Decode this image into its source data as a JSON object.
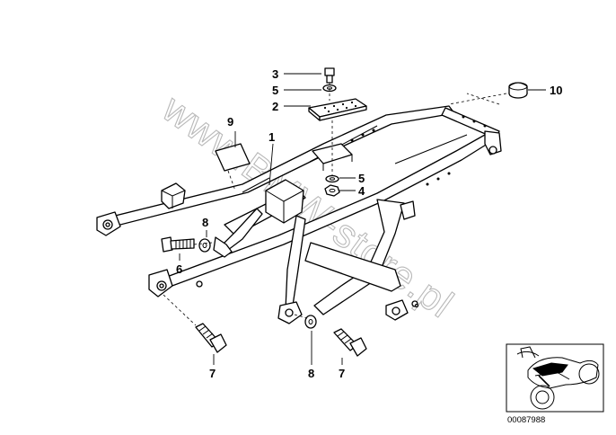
{
  "watermark": "www.BMW-store.pl",
  "reference_number": "00087988",
  "callouts": [
    {
      "id": "c3",
      "label": "3"
    },
    {
      "id": "c5a",
      "label": "5"
    },
    {
      "id": "c2",
      "label": "2"
    },
    {
      "id": "c10",
      "label": "10"
    },
    {
      "id": "c9",
      "label": "9"
    },
    {
      "id": "c1",
      "label": "1"
    },
    {
      "id": "c5b",
      "label": "5"
    },
    {
      "id": "c4",
      "label": "4"
    },
    {
      "id": "c8a",
      "label": "8"
    },
    {
      "id": "c6",
      "label": "6"
    },
    {
      "id": "c7a",
      "label": "7"
    },
    {
      "id": "c8b",
      "label": "8"
    },
    {
      "id": "c7b",
      "label": "7"
    }
  ]
}
